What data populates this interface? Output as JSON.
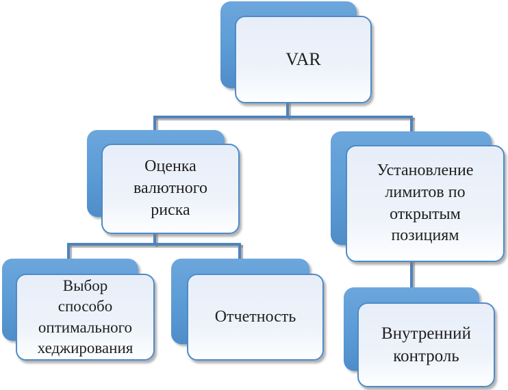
{
  "theme": {
    "accent_blue": "#5B9BD5",
    "line_blue": "#4E82BC",
    "panel_border": "#4E8BC8",
    "panel_fill_top": "#E8EEF9",
    "panel_fill_bottom": "#FDFEFF",
    "text_color": "#1F1F1F",
    "background": "#FFFFFF"
  },
  "diagram": {
    "type": "hierarchy",
    "nodes": [
      {
        "id": "var",
        "text": "VAR",
        "parent": null
      },
      {
        "id": "risk-assessment",
        "text": "Оценка\nвалютного\nриска",
        "parent": "var"
      },
      {
        "id": "limit-setting",
        "text": "Установление\nлимитов по\nоткрытым\nпозициям",
        "parent": "var"
      },
      {
        "id": "hedging-choice",
        "text": "Выбор\nспособо\nоптимального\nхеджирования",
        "parent": "risk-assessment"
      },
      {
        "id": "reporting",
        "text": "Отчетность",
        "parent": "risk-assessment"
      },
      {
        "id": "internal-control",
        "text": "Внутренний\nконтроль",
        "parent": "limit-setting"
      }
    ]
  }
}
